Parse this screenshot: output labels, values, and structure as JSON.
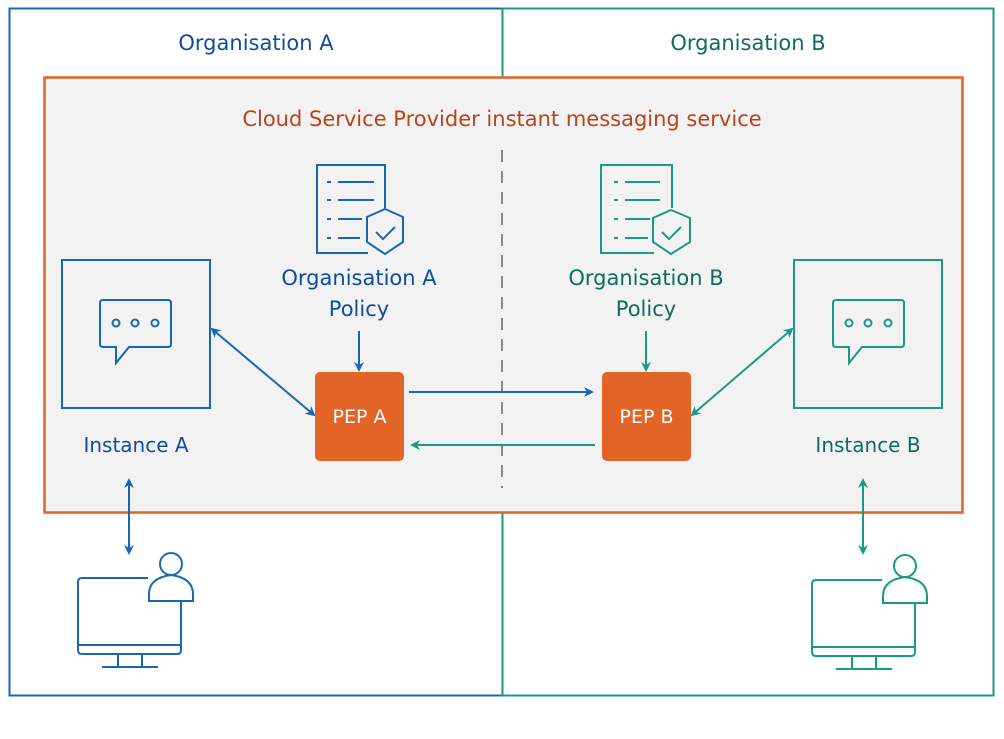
{
  "organisations": [
    {
      "id": "a",
      "title": "Organisation A",
      "policy_label_line1": "Organisation A",
      "policy_label_line2": "Policy",
      "instance_label": "Instance A",
      "pep_label": "PEP A",
      "color": "#1a66b5"
    },
    {
      "id": "b",
      "title": "Organisation B",
      "policy_label_line1": "Organisation B",
      "policy_label_line2": "Policy",
      "instance_label": "Instance B",
      "pep_label": "PEP B",
      "color": "#1a9a82"
    }
  ],
  "cloud_service": {
    "title": "Cloud Service Provider instant messaging service",
    "border_color": "#e26427",
    "fill_color": "#f2f2f2"
  },
  "colors": {
    "pep_fill": "#e26427",
    "divider": "#8a8a8a"
  },
  "icons": {
    "policy": "policy-document-shield-icon",
    "instance": "chat-bubble-icon",
    "user": "user-computer-icon"
  }
}
